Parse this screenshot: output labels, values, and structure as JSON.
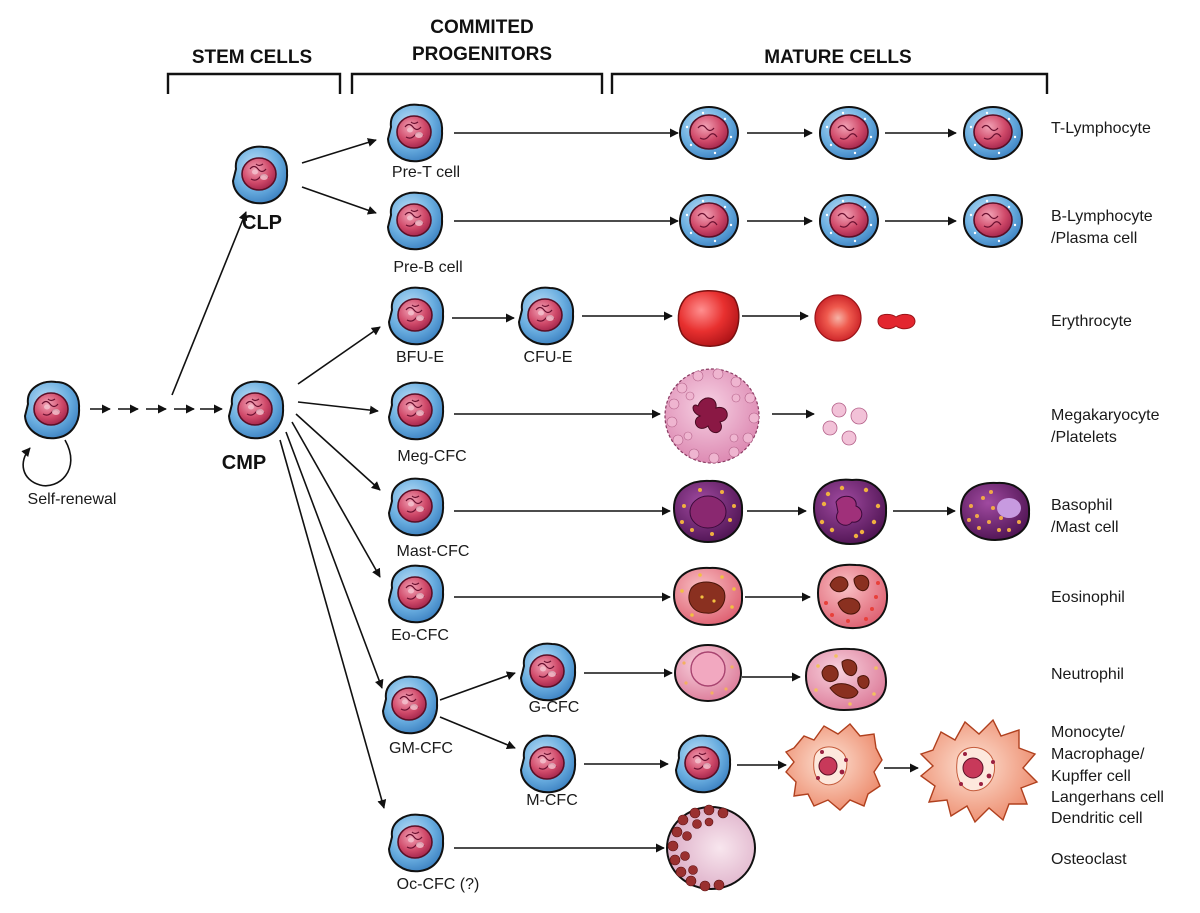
{
  "headers": {
    "stem": "STEM CELLS",
    "committed_line1": "COMMITED",
    "committed_line2": "PROGENITORS",
    "mature": "MATURE CELLS"
  },
  "stem_labels": {
    "self_renewal": "Self-renewal",
    "clp": "CLP",
    "cmp": "CMP"
  },
  "progenitors": {
    "pre_t": "Pre-T cell",
    "pre_b": "Pre-B cell",
    "bfu_e": "BFU-E",
    "cfu_e": "CFU-E",
    "meg_cfc": "Meg-CFC",
    "mast_cfc": "Mast-CFC",
    "eo_cfc": "Eo-CFC",
    "gm_cfc": "GM-CFC",
    "g_cfc": "G-CFC",
    "m_cfc": "M-CFC",
    "oc_cfc": "Oc-CFC (?)"
  },
  "mature_labels": {
    "t_lymph": "T-Lymphocyte",
    "b_lymph_1": "B-Lymphocyte",
    "b_lymph_2": "/Plasma cell",
    "erythrocyte": "Erythrocyte",
    "mega_1": "Megakaryocyte",
    "mega_2": "/Platelets",
    "baso_1": "Basophil",
    "baso_2": "/Mast cell",
    "eosinophil": "Eosinophil",
    "neutrophil": "Neutrophil",
    "mono_1": "Monocyte/",
    "mono_2": "Macrophage/",
    "mono_3": "Kupffer cell",
    "mono_4": "Langerhans cell",
    "mono_5": "Dendritic cell",
    "osteoclast": "Osteoclast"
  },
  "colors": {
    "cytoplasm_blue": "#5b9fd4",
    "nucleus_red": "#c8395a",
    "erythrocyte_red": "#e3262f",
    "megakaryocyte_pink": "#e59ac0",
    "basophil_purple": "#6b1f6e",
    "eosinophil_pink": "#e8808c",
    "neutrophil_pink": "#e88ea8",
    "macrophage_salmon": "#f08a6a",
    "osteoclast_pink": "#e0b0c8"
  }
}
